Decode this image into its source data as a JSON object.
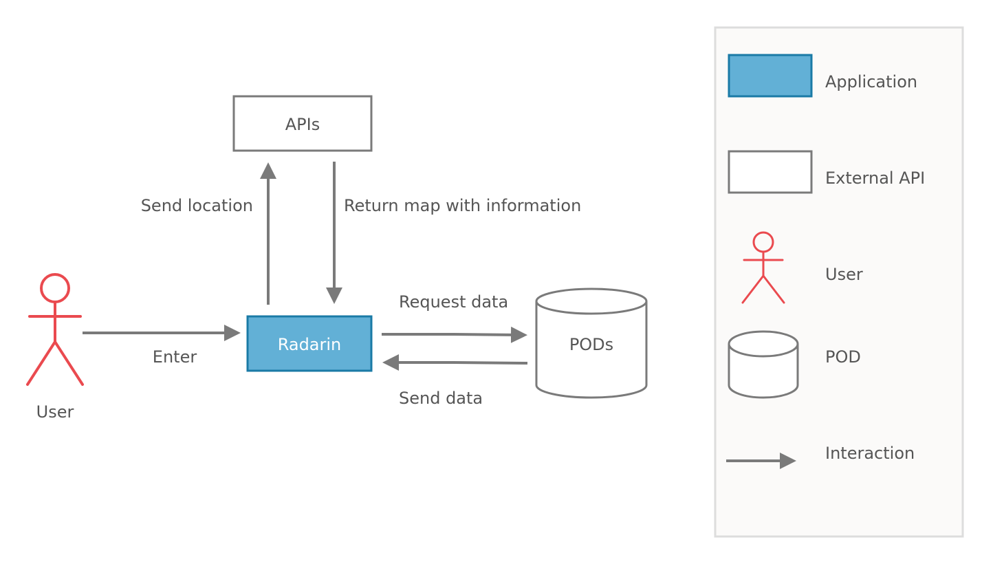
{
  "diagram": {
    "nodes": {
      "apis": "APIs",
      "radarin": "Radarin",
      "pods": "PODs",
      "user": "User"
    },
    "edges": {
      "enter": "Enter",
      "send_location": "Send location",
      "return_map": "Return map with information",
      "request_data": "Request data",
      "send_data": "Send data"
    }
  },
  "legend": {
    "application": "Application",
    "external_api": "External API",
    "user": "User",
    "pod": "POD",
    "interaction": "Interaction"
  },
  "colors": {
    "application_fill": "#62b0d6",
    "application_stroke": "#1a7aa6",
    "user": "#ea4a4f",
    "stroke": "#7a7a7a",
    "legend_bg": "#fbfaf9"
  }
}
